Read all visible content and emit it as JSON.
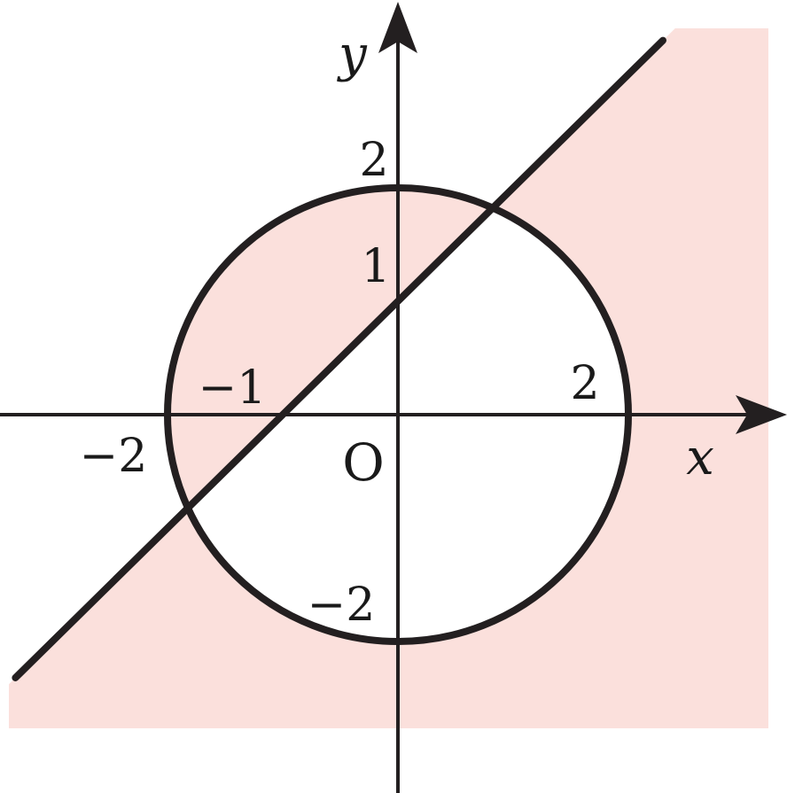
{
  "diagram": {
    "axis_labels": {
      "x": "x",
      "y": "y"
    },
    "origin_label": "O",
    "tick_labels": {
      "x_pos": "2",
      "x_neg": "−2",
      "y_pos_2": "2",
      "y_pos_1": "1",
      "y_neg": "−2",
      "x_intercept": "−1"
    },
    "circle": {
      "center": [
        0,
        0
      ],
      "radius": 2
    },
    "line": {
      "slope": 1,
      "intercept": 1
    },
    "region_color": "#fbe0dc",
    "stroke_color": "#231f20"
  }
}
